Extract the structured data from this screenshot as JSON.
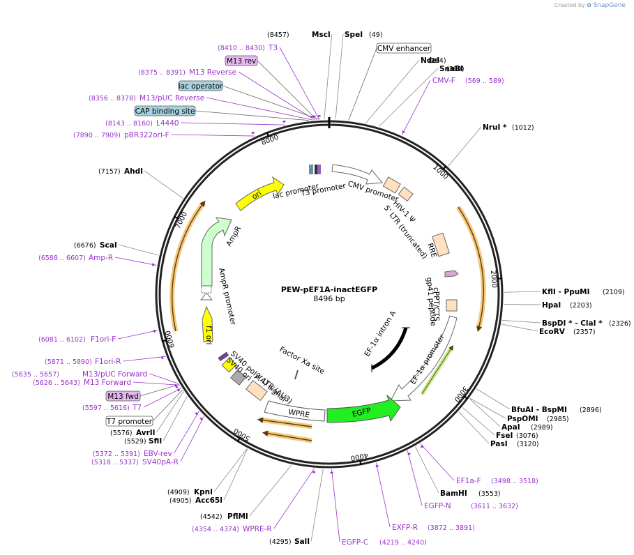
{
  "credit": {
    "prefix": "Created by",
    "brand": "SnapGene"
  },
  "plasmid": {
    "name": "PEW-pEF1A-inactEGFP",
    "size_label": "8496 bp",
    "length": 8496
  },
  "ticks": [
    "1000",
    "2000",
    "3000",
    "4000",
    "5000",
    "6000",
    "7000",
    "8000"
  ],
  "enzymes": [
    {
      "name": "MscI",
      "coord": "(8457)"
    },
    {
      "name": "SpeI",
      "coord": "(49)"
    },
    {
      "name": "NdeI",
      "coord": "(284)"
    },
    {
      "name": "SnaBI",
      "coord": "(390)"
    },
    {
      "name": "NruI *",
      "coord": "(1012)"
    },
    {
      "name": "KflI  -  PpuMI",
      "coord": "(2109)"
    },
    {
      "name": "HpaI",
      "coord": "(2203)"
    },
    {
      "name": "BspDI *  -  ClaI *",
      "coord": "(2326)"
    },
    {
      "name": "EcoRV",
      "coord": "(2357)"
    },
    {
      "name": "BfuAI  -  BspMI",
      "coord": "(2896)"
    },
    {
      "name": "PspOMI",
      "coord": "(2985)"
    },
    {
      "name": "ApaI",
      "coord": "(2989)"
    },
    {
      "name": "FseI",
      "coord": "(3076)"
    },
    {
      "name": "PasI",
      "coord": "(3120)"
    },
    {
      "name": "BamHI",
      "coord": "(3553)"
    },
    {
      "name": "SalI",
      "coord": "(4295)"
    },
    {
      "name": "PflMI",
      "coord": "(4542)"
    },
    {
      "name": "KpnI",
      "coord": "(4909)"
    },
    {
      "name": "Acc65I",
      "coord": "(4905)"
    },
    {
      "name": "AvrII",
      "coord": "(5576)"
    },
    {
      "name": "SfiI",
      "coord": "(5529)"
    },
    {
      "name": "ScaI",
      "coord": "(6676)"
    },
    {
      "name": "AhdI",
      "coord": "(7157)"
    }
  ],
  "primers": [
    {
      "name": "T3",
      "coord": "(8410 .. 8430)"
    },
    {
      "name": "M13 Reverse",
      "coord": "(8375 .. 8391)"
    },
    {
      "name": "M13/pUC Reverse",
      "coord": "(8356 .. 8378)"
    },
    {
      "name": "L4440",
      "coord": "(8143 .. 8160)"
    },
    {
      "name": "pBR322ori-F",
      "coord": "(7890 .. 7909)"
    },
    {
      "name": "CMV-F",
      "coord": "(569 .. 589)"
    },
    {
      "name": "Amp-R",
      "coord": "(6588 .. 6607)"
    },
    {
      "name": "F1ori-F",
      "coord": "(6081 .. 6102)"
    },
    {
      "name": "F1ori-R",
      "coord": "(5871 .. 5890)"
    },
    {
      "name": "M13/pUC Forward",
      "coord": "(5635 .. 5657)"
    },
    {
      "name": "M13 Forward",
      "coord": "(5626 .. 5643)"
    },
    {
      "name": "T7",
      "coord": "(5597 .. 5616)"
    },
    {
      "name": "EBV-rev",
      "coord": "(5372 .. 5391)"
    },
    {
      "name": "SV40pA-R",
      "coord": "(5318 .. 5337)"
    },
    {
      "name": "EF1a-F",
      "coord": "(3498 .. 3518)"
    },
    {
      "name": "EGFP-N",
      "coord": "(3611 .. 3632)"
    },
    {
      "name": "EXFP-R",
      "coord": "(3872 .. 3891)"
    },
    {
      "name": "EGFP-C",
      "coord": "(4219 .. 4240)"
    },
    {
      "name": "WPRE-R",
      "coord": "(4354 .. 4374)"
    }
  ],
  "boxed_labels": [
    {
      "text": "CMV enhancer",
      "fill": "#ffffff"
    },
    {
      "text": "M13 rev",
      "fill": "#e6b8f0"
    },
    {
      "text": "lac operator",
      "fill": "#a8d2e0"
    },
    {
      "text": "CAP binding site",
      "fill": "#a8d2e0"
    },
    {
      "text": "M13 fwd",
      "fill": "#e6b8f0"
    },
    {
      "text": "T7 promoter",
      "fill": "#ffffff"
    }
  ],
  "inner_labels": {
    "cmv_promoter": "CMV promoter",
    "lac_promoter": "lac promoter",
    "t3_promoter": "T3 promoter",
    "hiv_psi": "HIV-1 Ψ",
    "ltr5": "5' LTR (truncated)",
    "rre": "RRE",
    "gp41": "gp41 peptide",
    "cppt": "cPPT/CTS",
    "ef1a_promoter": "EF-1α promoter",
    "ef1a_intron": "EF-1α intron A",
    "egfp": "EGFP",
    "wpre": "WPRE",
    "ltr3": "3' LTR (ΔU3)",
    "sv40_polya": "SV40 poly(A) signal",
    "sv40_ori": "SV40 ori",
    "factor_xa": "Factor Xa site",
    "f1_ori": "f1 ori",
    "ampr_promoter": "AmpR promoter",
    "ampr": "AmpR",
    "ori": "ori"
  },
  "colors": {
    "ori": "#ffff00",
    "egfp": "#22ee22",
    "f1_ori": "#ffff00",
    "ampr": "#ccffcc",
    "ltr": "#ffe0c0",
    "primer": "#9932cc",
    "orf_track": "#f5c97a"
  }
}
